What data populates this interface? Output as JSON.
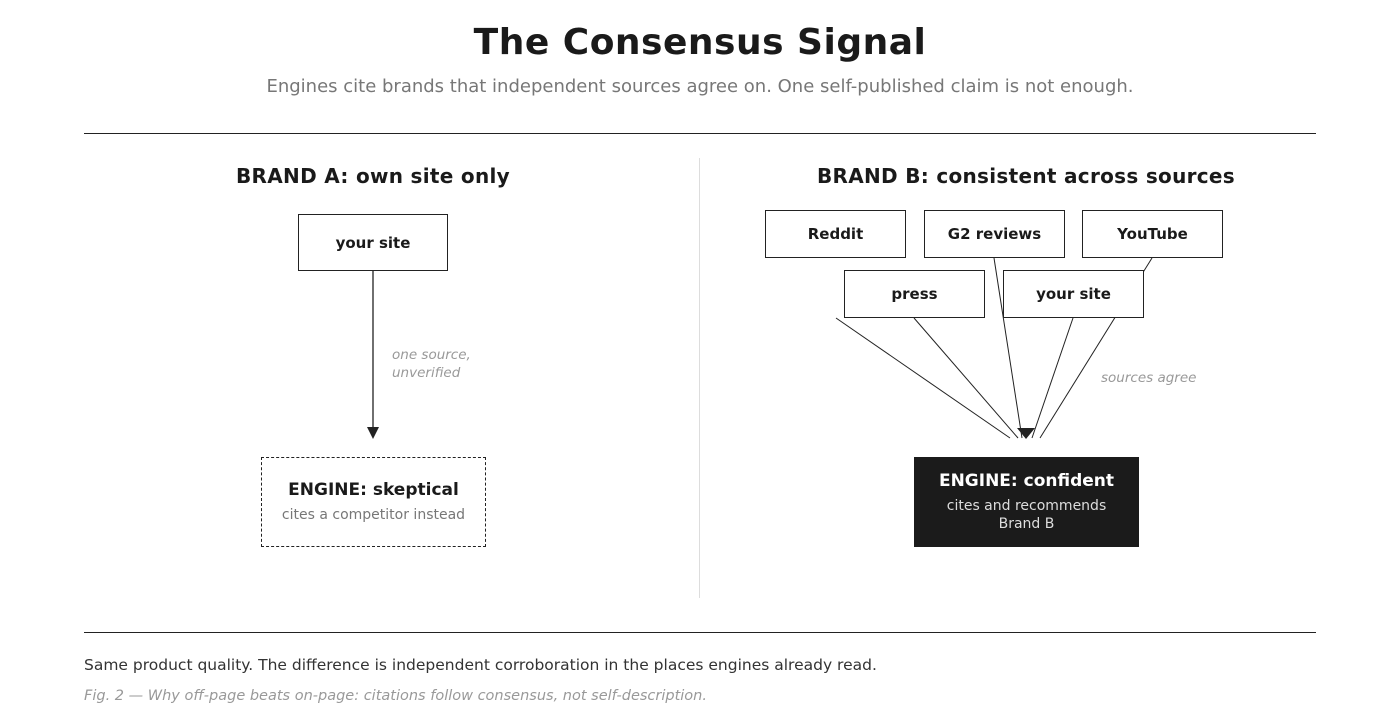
{
  "header": {
    "title": "The Consensus Signal",
    "subtitle": "Engines cite brands that independent sources agree on. One self-published claim is not enough."
  },
  "brand_a": {
    "title": "BRAND A: own site only",
    "source": "your site",
    "annotation_line1": "one source,",
    "annotation_line2": "unverified",
    "engine_title": "ENGINE: skeptical",
    "engine_sub": "cites a competitor instead"
  },
  "brand_b": {
    "title": "BRAND B: consistent across sources",
    "sources": [
      "Reddit",
      "G2 reviews",
      "YouTube",
      "press",
      "your site"
    ],
    "annotation": "sources agree",
    "engine_title": "ENGINE: confident",
    "engine_sub": "cites and recommends Brand B"
  },
  "footer": {
    "text": "Same product quality. The difference is independent corroboration in the places engines already read.",
    "caption": "Fig. 2 — Why off-page beats on-page: citations follow consensus, not self-description."
  },
  "colors": {
    "ink": "#1a1a1a",
    "muted": "#777777",
    "annotation": "#999999",
    "engine_confident_bg": "#1b1b1b"
  }
}
